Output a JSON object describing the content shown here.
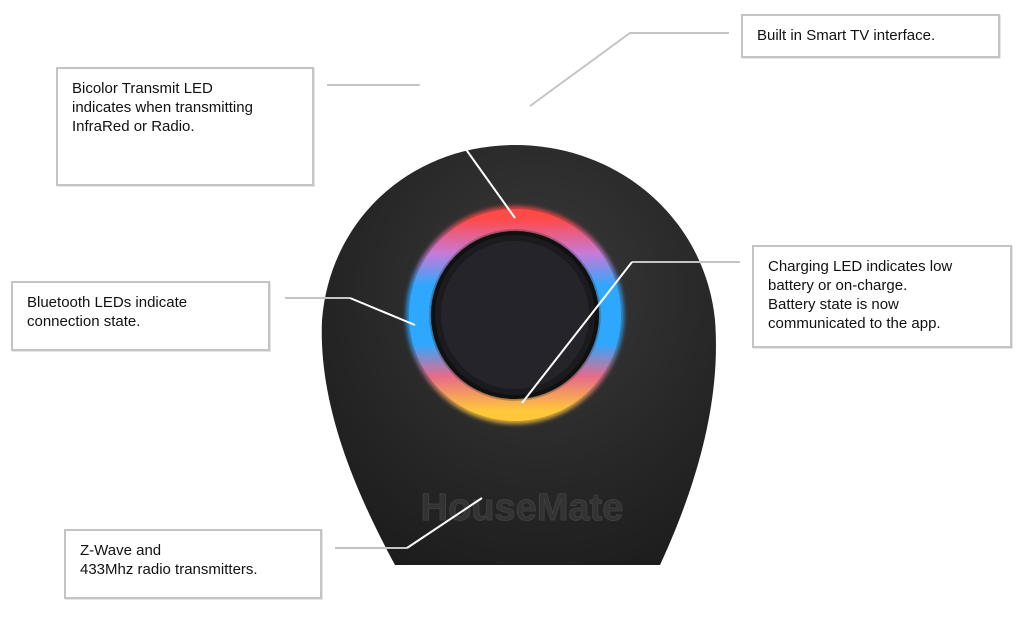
{
  "device": {
    "logo_text": "HouseMate",
    "body_color": "#2a2a2a",
    "ring_colors": {
      "transmit": "#ff4a4a",
      "bluetooth": "#2ea8ff",
      "charging": "#ffc83a"
    }
  },
  "callouts": [
    {
      "id": "smart-tv",
      "lines": [
        "Built in Smart TV interface."
      ]
    },
    {
      "id": "transmit-led",
      "lines": [
        "Bicolor Transmit LED",
        "indicates when transmitting",
        "InfraRed or Radio."
      ]
    },
    {
      "id": "bluetooth-led",
      "lines": [
        "Bluetooth LEDs indicate",
        "connection state."
      ]
    },
    {
      "id": "charging-led",
      "lines": [
        "Charging LED indicates low",
        "battery or on-charge.",
        "Battery state is now",
        "communicated to the app."
      ]
    },
    {
      "id": "radio",
      "lines": [
        "Z-Wave and",
        "433Mhz radio transmitters."
      ]
    }
  ]
}
